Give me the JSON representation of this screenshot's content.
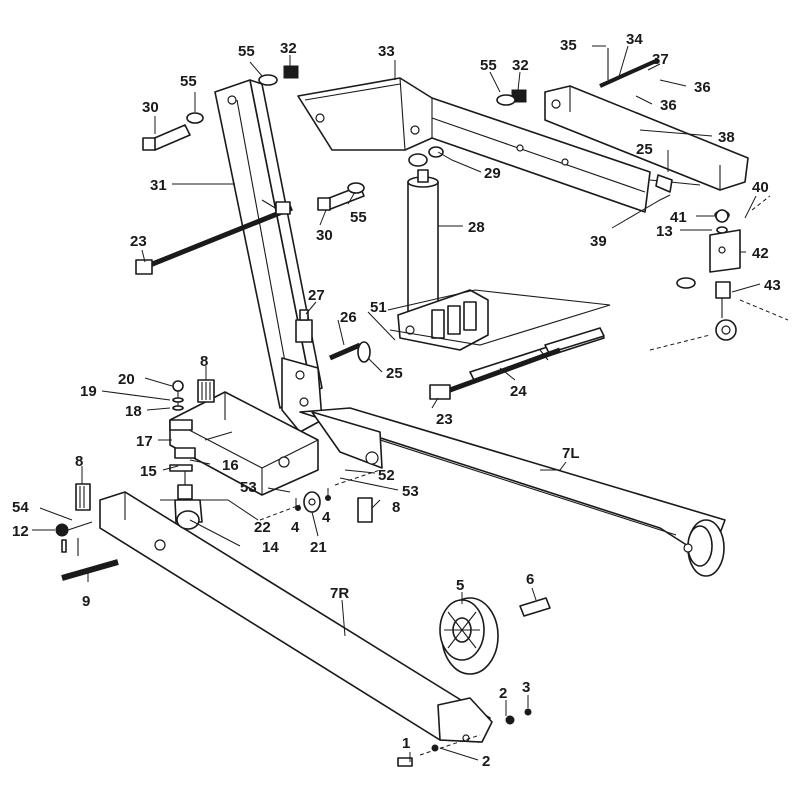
{
  "callouts": {
    "p1": "1",
    "p2a": "2",
    "p2b": "2",
    "p3": "3",
    "p4a": "4",
    "p4b": "4",
    "p5": "5",
    "p6": "6",
    "p7L": "7L",
    "p7R": "7R",
    "p8a": "8",
    "p8b": "8",
    "p8c": "8",
    "p9": "9",
    "p12": "12",
    "p13": "13",
    "p14": "14",
    "p15": "15",
    "p16": "16",
    "p17": "17",
    "p18": "18",
    "p19": "19",
    "p20": "20",
    "p21": "21",
    "p22": "22",
    "p23a": "23",
    "p23b": "23",
    "p24": "24",
    "p25a": "25",
    "p25b": "25",
    "p26": "26",
    "p27": "27",
    "p28": "28",
    "p29": "29",
    "p30a": "30",
    "p30b": "30",
    "p31": "31",
    "p32a": "32",
    "p32b": "32",
    "p33": "33",
    "p34": "34",
    "p35": "35",
    "p36a": "36",
    "p36b": "36",
    "p37": "37",
    "p38": "38",
    "p39": "39",
    "p40": "40",
    "p41": "41",
    "p42": "42",
    "p43": "43",
    "p51": "51",
    "p52": "52",
    "p53a": "53",
    "p53b": "53",
    "p54": "54",
    "p55a": "55",
    "p55b": "55",
    "p55c": "55"
  }
}
